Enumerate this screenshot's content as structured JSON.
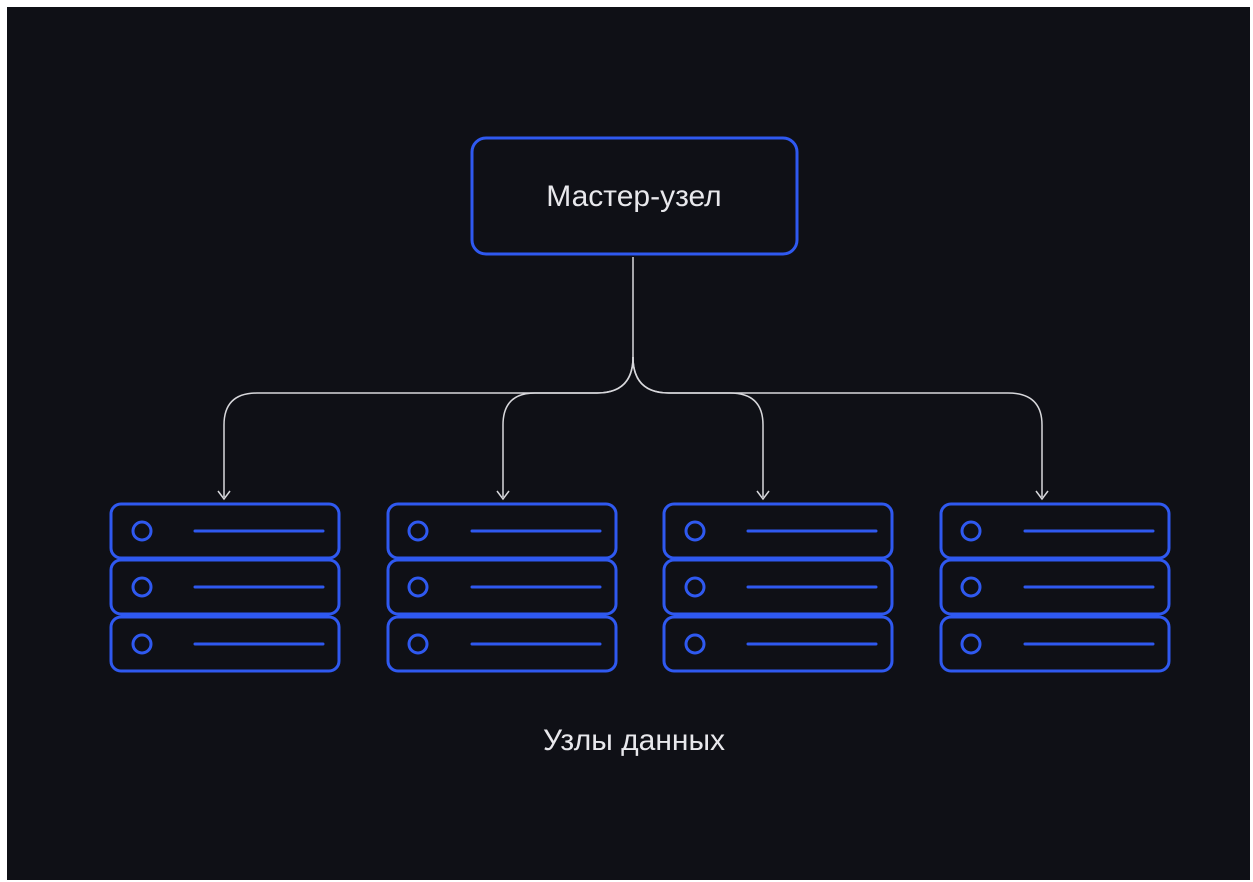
{
  "diagram": {
    "master_label": "Мастер-узел",
    "data_nodes_label": "Узлы данных",
    "data_node_count": 4,
    "units_per_node": 3
  },
  "colors": {
    "background": "#0f1016",
    "accent": "#2f59f0",
    "connector": "#d8d8dc",
    "text": "#e8e8ec"
  },
  "icons": {
    "server_unit": "server-rack-icon"
  }
}
